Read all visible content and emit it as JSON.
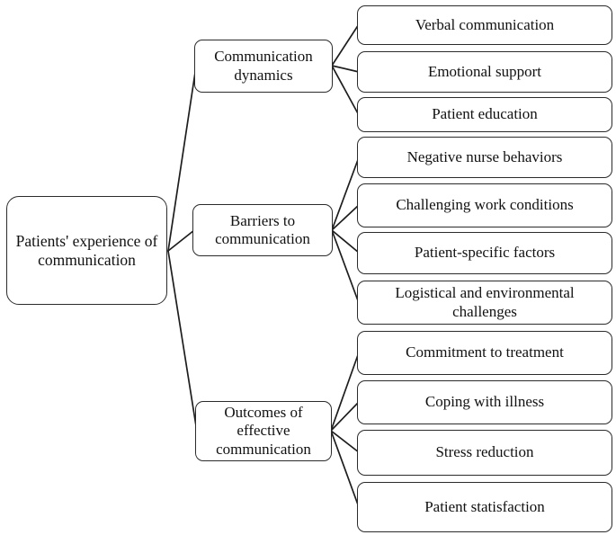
{
  "diagram": {
    "root": {
      "label": "Patients' experience of communication"
    },
    "branches": [
      {
        "label": "Communication dynamics",
        "children": [
          "Verbal communication",
          "Emotional support",
          "Patient education"
        ]
      },
      {
        "label": "Barriers to communication",
        "children": [
          "Negative nurse behaviors",
          "Challenging work conditions",
          "Patient-specific factors",
          "Logistical and environmental challenges"
        ]
      },
      {
        "label": "Outcomes of effective communication",
        "children": [
          "Commitment to treatment",
          "Coping with illness",
          "Stress reduction",
          "Patient statisfaction"
        ]
      }
    ],
    "colors": {
      "background": "#ffffff",
      "box_fill": "#ffffff",
      "box_border": "#2b2b2b",
      "connector": "#1d1d1d",
      "text": "#111111"
    }
  }
}
